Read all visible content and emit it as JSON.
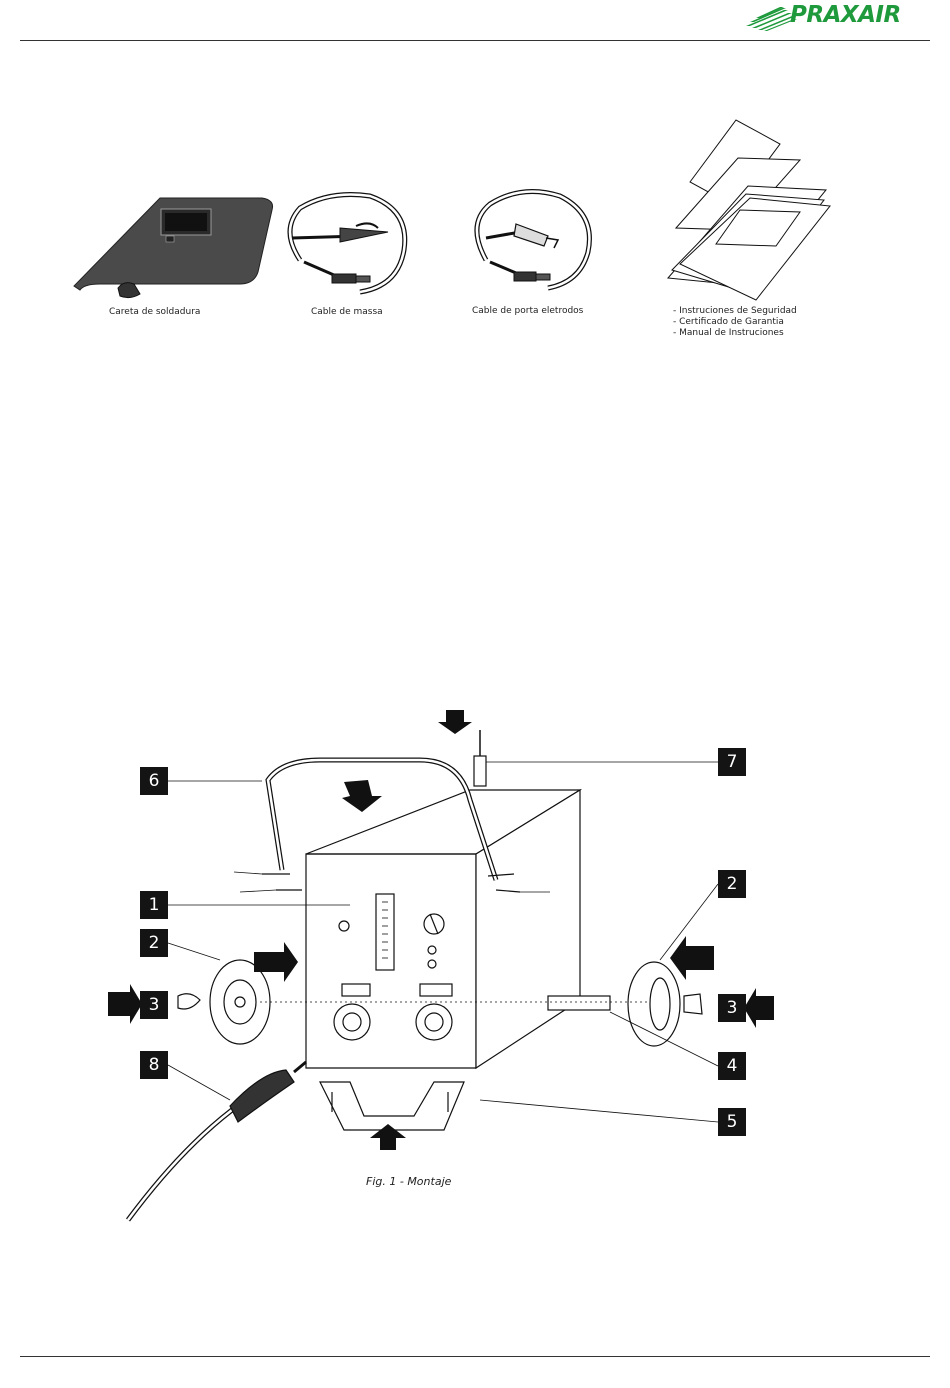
{
  "header": {
    "brand": "PRAXAIR",
    "brand_color": "#1e9a3c"
  },
  "accessories": {
    "mask_caption": "Careta de soldadura",
    "ground_cable_caption": "Cable de massa",
    "electrode_cable_caption": "Cable de porta eletrodos",
    "documents": [
      "- Instruciones de Seguridad",
      "- Certificado de Garantia",
      "- Manual de Instruciones"
    ]
  },
  "figure": {
    "caption": "Fig. 1 - Montaje",
    "callouts": [
      "6",
      "1",
      "2",
      "3",
      "8",
      "7",
      "2",
      "3",
      "4",
      "5"
    ]
  }
}
